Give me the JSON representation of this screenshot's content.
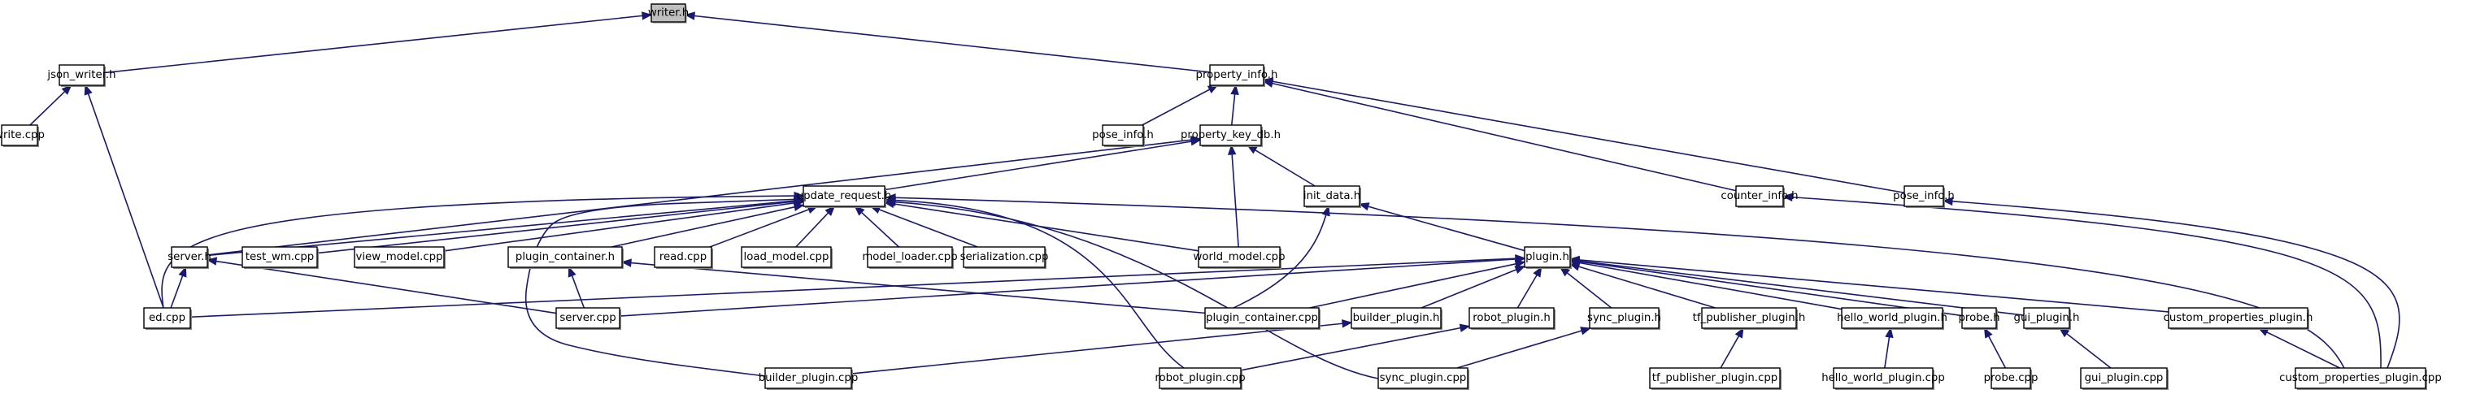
{
  "title": "writer.h include dependency graph",
  "colors": {
    "edge": "#191970",
    "root_fill": "#bfbfbf",
    "node_fill": "#ffffff",
    "node_border": "#000000"
  },
  "nodes": [
    {
      "id": "writer_h",
      "label": "writer.h",
      "root": true
    },
    {
      "id": "json_writer_h",
      "label": "json_writer.h"
    },
    {
      "id": "property_info_h",
      "label": "property_info.h"
    },
    {
      "id": "write_cpp",
      "label": "write.cpp"
    },
    {
      "id": "pose_info_h_a",
      "label": "pose_info.h"
    },
    {
      "id": "property_key_db_h",
      "label": "property_key_db.h"
    },
    {
      "id": "update_request_h",
      "label": "update_request.h"
    },
    {
      "id": "init_data_h",
      "label": "init_data.h"
    },
    {
      "id": "counter_info_h",
      "label": "counter_info.h"
    },
    {
      "id": "pose_info_h_b",
      "label": "pose_info.h"
    },
    {
      "id": "server_h",
      "label": "server.h"
    },
    {
      "id": "test_wm_cpp",
      "label": "test_wm.cpp"
    },
    {
      "id": "view_model_cpp",
      "label": "view_model.cpp"
    },
    {
      "id": "plugin_container_h",
      "label": "plugin_container.h"
    },
    {
      "id": "read_cpp",
      "label": "read.cpp"
    },
    {
      "id": "load_model_cpp",
      "label": "load_model.cpp"
    },
    {
      "id": "model_loader_cpp",
      "label": "model_loader.cpp"
    },
    {
      "id": "serialization_cpp",
      "label": "serialization.cpp"
    },
    {
      "id": "world_model_cpp",
      "label": "world_model.cpp"
    },
    {
      "id": "plugin_h",
      "label": "plugin.h"
    },
    {
      "id": "ed_cpp",
      "label": "ed.cpp"
    },
    {
      "id": "server_cpp",
      "label": "server.cpp"
    },
    {
      "id": "plugin_container_cpp",
      "label": "plugin_container.cpp"
    },
    {
      "id": "builder_plugin_h",
      "label": "builder_plugin.h"
    },
    {
      "id": "robot_plugin_h",
      "label": "robot_plugin.h"
    },
    {
      "id": "sync_plugin_h",
      "label": "sync_plugin.h"
    },
    {
      "id": "tf_publisher_plugin_h",
      "label": "tf_publisher_plugin.h"
    },
    {
      "id": "hello_world_plugin_h",
      "label": "hello_world_plugin.h"
    },
    {
      "id": "probe_h",
      "label": "probe.h"
    },
    {
      "id": "gui_plugin_h",
      "label": "gui_plugin.h"
    },
    {
      "id": "custom_properties_plugin_h",
      "label": "custom_properties_plugin.h"
    },
    {
      "id": "builder_plugin_cpp",
      "label": "builder_plugin.cpp"
    },
    {
      "id": "robot_plugin_cpp",
      "label": "robot_plugin.cpp"
    },
    {
      "id": "sync_plugin_cpp",
      "label": "sync_plugin.cpp"
    },
    {
      "id": "tf_publisher_plugin_cpp",
      "label": "tf_publisher_plugin.cpp"
    },
    {
      "id": "hello_world_plugin_cpp",
      "label": "hello_world_plugin.cpp"
    },
    {
      "id": "probe_cpp",
      "label": "probe.cpp"
    },
    {
      "id": "gui_plugin_cpp",
      "label": "gui_plugin.cpp"
    },
    {
      "id": "custom_properties_plugin_cpp",
      "label": "custom_properties_plugin.cpp"
    }
  ],
  "edges": [
    {
      "from": "json_writer_h",
      "to": "writer_h"
    },
    {
      "from": "property_info_h",
      "to": "writer_h"
    },
    {
      "from": "write_cpp",
      "to": "json_writer_h"
    },
    {
      "from": "ed_cpp",
      "to": "json_writer_h"
    },
    {
      "from": "pose_info_h_a",
      "to": "property_info_h"
    },
    {
      "from": "property_key_db_h",
      "to": "property_info_h"
    },
    {
      "from": "counter_info_h",
      "to": "property_info_h"
    },
    {
      "from": "pose_info_h_b",
      "to": "property_info_h"
    },
    {
      "from": "update_request_h",
      "to": "property_key_db_h"
    },
    {
      "from": "server_h",
      "to": "property_key_db_h"
    },
    {
      "from": "world_model_cpp",
      "to": "property_key_db_h"
    },
    {
      "from": "init_data_h",
      "to": "property_key_db_h"
    },
    {
      "from": "ed_cpp",
      "to": "update_request_h"
    },
    {
      "from": "server_h",
      "to": "update_request_h"
    },
    {
      "from": "test_wm_cpp",
      "to": "update_request_h"
    },
    {
      "from": "view_model_cpp",
      "to": "update_request_h"
    },
    {
      "from": "plugin_container_h",
      "to": "update_request_h"
    },
    {
      "from": "read_cpp",
      "to": "update_request_h"
    },
    {
      "from": "load_model_cpp",
      "to": "update_request_h"
    },
    {
      "from": "model_loader_cpp",
      "to": "update_request_h"
    },
    {
      "from": "serialization_cpp",
      "to": "update_request_h"
    },
    {
      "from": "world_model_cpp",
      "to": "update_request_h"
    },
    {
      "from": "builder_plugin_cpp",
      "to": "update_request_h"
    },
    {
      "from": "robot_plugin_cpp",
      "to": "update_request_h"
    },
    {
      "from": "sync_plugin_cpp",
      "to": "update_request_h"
    },
    {
      "from": "custom_properties_plugin_cpp",
      "to": "update_request_h"
    },
    {
      "from": "plugin_container_cpp",
      "to": "init_data_h"
    },
    {
      "from": "plugin_h",
      "to": "init_data_h"
    },
    {
      "from": "custom_properties_plugin_cpp",
      "to": "counter_info_h"
    },
    {
      "from": "custom_properties_plugin_cpp",
      "to": "pose_info_h_b"
    },
    {
      "from": "ed_cpp",
      "to": "server_h"
    },
    {
      "from": "server_cpp",
      "to": "server_h"
    },
    {
      "from": "server_cpp",
      "to": "plugin_container_h"
    },
    {
      "from": "plugin_container_cpp",
      "to": "plugin_container_h"
    },
    {
      "from": "ed_cpp",
      "to": "plugin_h"
    },
    {
      "from": "server_cpp",
      "to": "plugin_h"
    },
    {
      "from": "plugin_container_cpp",
      "to": "plugin_h"
    },
    {
      "from": "builder_plugin_h",
      "to": "plugin_h"
    },
    {
      "from": "robot_plugin_h",
      "to": "plugin_h"
    },
    {
      "from": "sync_plugin_h",
      "to": "plugin_h"
    },
    {
      "from": "tf_publisher_plugin_h",
      "to": "plugin_h"
    },
    {
      "from": "hello_world_plugin_h",
      "to": "plugin_h"
    },
    {
      "from": "probe_h",
      "to": "plugin_h"
    },
    {
      "from": "gui_plugin_h",
      "to": "plugin_h"
    },
    {
      "from": "custom_properties_plugin_h",
      "to": "plugin_h"
    },
    {
      "from": "builder_plugin_cpp",
      "to": "builder_plugin_h"
    },
    {
      "from": "robot_plugin_cpp",
      "to": "robot_plugin_h"
    },
    {
      "from": "sync_plugin_cpp",
      "to": "sync_plugin_h"
    },
    {
      "from": "tf_publisher_plugin_cpp",
      "to": "tf_publisher_plugin_h"
    },
    {
      "from": "hello_world_plugin_cpp",
      "to": "hello_world_plugin_h"
    },
    {
      "from": "probe_cpp",
      "to": "probe_h"
    },
    {
      "from": "gui_plugin_cpp",
      "to": "gui_plugin_h"
    },
    {
      "from": "custom_properties_plugin_cpp",
      "to": "custom_properties_plugin_h"
    }
  ]
}
